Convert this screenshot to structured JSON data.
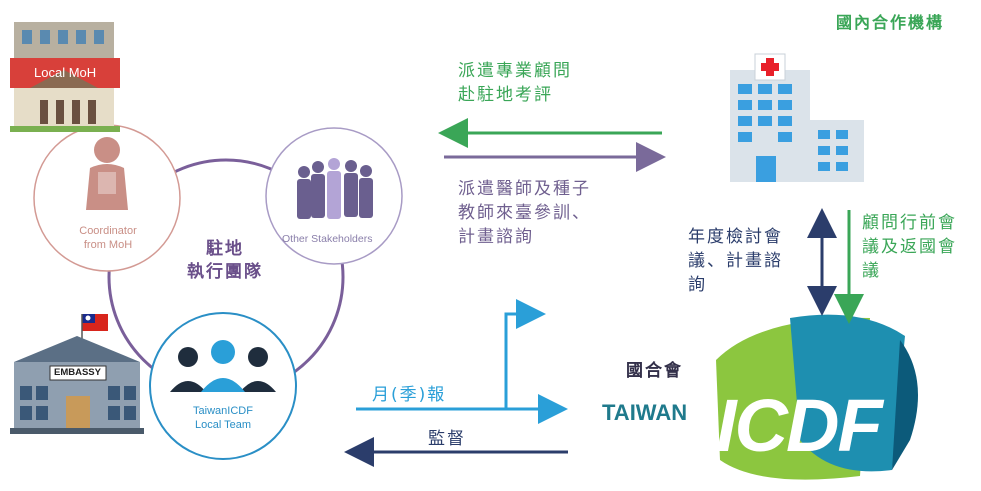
{
  "header": {
    "domestic_partners": "國內合作機構"
  },
  "left": {
    "moh_sign": "Local MoH",
    "coordinator": "Coordinator\nfrom MoH",
    "stakeholders": "Other Stakeholders",
    "center": "駐地\n執行團隊",
    "team": "TaiwanICDF\nLocal Team",
    "embassy": "EMBASSY"
  },
  "flows": {
    "expert_visit": "派遣專業顧問\n赴駐地考評",
    "training": "派遣醫師及種子\n教師來臺參訓、\n計畫諮詢",
    "annual_review": "年度檢討會\n議、計畫諮\n詢",
    "pre_meeting": "顧問行前會\n議及返國會\n議",
    "report": "月(季)報",
    "supervise": "監督"
  },
  "icdf": {
    "label": "國合會",
    "taiwan": "TAIWAN",
    "logo": "ICDF"
  },
  "colors": {
    "green": "#3aa657",
    "purple": "#7a6a9a",
    "navy": "#2b3d6b",
    "blue": "#2a9fd8",
    "teal": "#1e8fb0",
    "lime": "#8cc63f"
  }
}
